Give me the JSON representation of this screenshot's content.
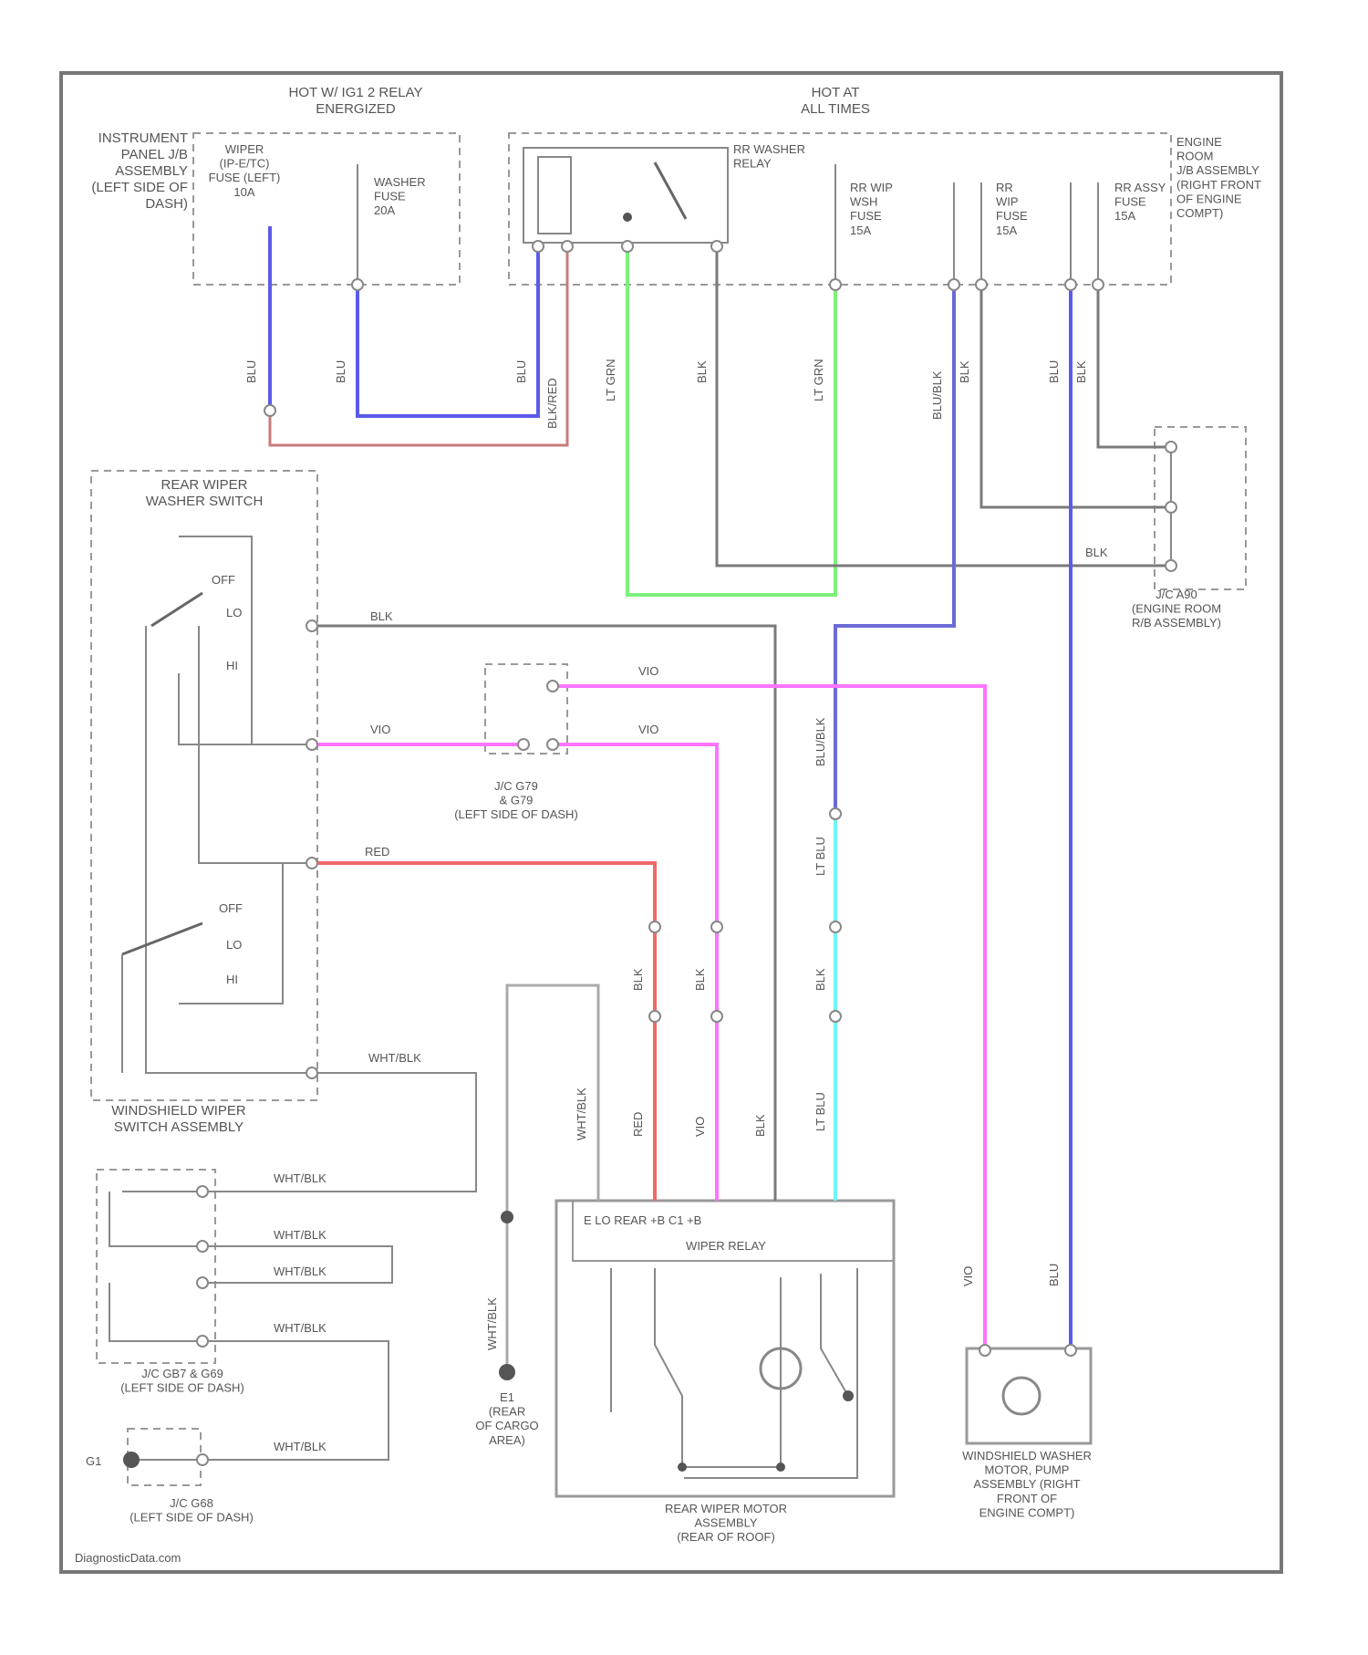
{
  "labels": {
    "hot_ig1": "HOT W/ IG1 2 RELAY\nENERGIZED",
    "hot_all": "HOT AT\nALL TIMES",
    "ipanel": "INSTRUMENT\nPANEL J/B\nASSEMBLY\n(LEFT SIDE OF\nDASH)",
    "rear_fuse": "WIPER\n(IP-E/TC)\nFUSE (LEFT)\n10A",
    "washer_fuse": "WASHER\nFUSE\n20A",
    "wr_relay": "RR WASHER\nRELAY",
    "rr_wip_fuse": "RR WIP\nWSH\nFUSE\n15A",
    "rr_fuse": "RR\nWIP\nFUSE\n15A",
    "rr_assy_fuse": "RR ASSY\nFUSE\n15A",
    "engine_room": "ENGINE\nROOM\nJ/B ASSEMBLY\n(RIGHT FRONT\nOF ENGINE\nCOMPT)",
    "rear_switch": "REAR WIPER\nWASHER SWITCH",
    "off": "OFF",
    "lo": "LO",
    "hi": "HI",
    "jc_a90": "J/C A90\n(ENGINE ROOM\nR/B ASSEMBLY)",
    "jc_g79": "J/C G79\n& G79\n(LEFT SIDE OF DASH)",
    "ws_switch": "WINDSHIELD WIPER\nSWITCH ASSEMBLY",
    "jc_gb7": "J/C GB7 & G69\n(LEFT SIDE OF DASH)",
    "jc_g68": "J/C G68\n(LEFT SIDE OF DASH)",
    "g1": "G1",
    "e1": "E1\n(REAR\nOF CARGO\nAREA)",
    "wiper_relay": "WIPER RELAY",
    "relay_pins": "E   LO REAR   +B   C1   +B",
    "rear_motor": "REAR WIPER MOTOR\nASSEMBLY\n(REAR OF ROOF)",
    "wash_motor": "WINDSHIELD WASHER\nMOTOR, PUMP\nASSEMBLY (RIGHT\nFRONT OF\nENGINE COMPT)",
    "watermark": "DiagnosticData.com"
  },
  "wire_colors": {
    "blu": "BLU",
    "blk": "BLK",
    "ltgrn": "LT GRN",
    "blkred": "BLK/RED",
    "blublk": "BLU/BLK",
    "vio": "VIO",
    "red": "RED",
    "ltblu": "LT BLU",
    "whtblk": "WHT/BLK"
  },
  "accent_colors": {
    "blue": "#5b5bea",
    "red": "#f06a6a",
    "green": "#7cf07c",
    "pink": "#ff74ff",
    "cyan": "#74f3f3"
  }
}
